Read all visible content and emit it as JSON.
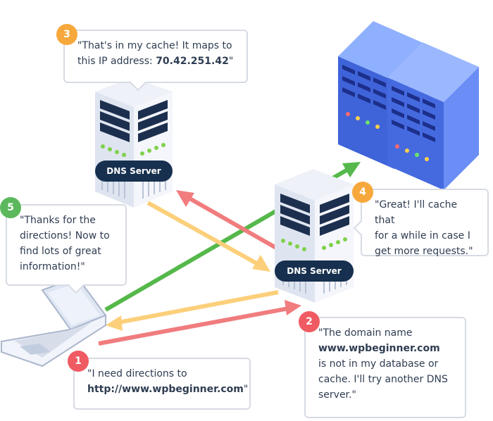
{
  "colors": {
    "red_arrow": "#f07c7e",
    "yellow_arrow": "#fccf7a",
    "green_arrow": "#55b84a",
    "badge_red": "#ef5a63",
    "badge_orange": "#f7a83c",
    "badge_green": "#5cb85c",
    "dns_label_bg": "#17304f",
    "server_blue": "#4a73e8"
  },
  "servers": [
    {
      "label": "DNS Server"
    },
    {
      "label": "DNS Server"
    }
  ],
  "steps": [
    {
      "number": "1",
      "color": "badge_red",
      "lines": [
        "\"I need directions to",
        ""
      ],
      "bold": "http://www.wpbeginner.com",
      "after": "\""
    },
    {
      "number": "2",
      "color": "badge_red",
      "line1": "\"The domain name",
      "bold": "www.wpbeginner.com",
      "rest": [
        "is not in my database or",
        "cache. I'll try another DNS",
        "server.\""
      ]
    },
    {
      "number": "3",
      "color": "badge_orange",
      "line1": "\"That's in my cache! It maps to",
      "line2_prefix": "this IP address: ",
      "bold": "70.42.251.42",
      "line2_suffix": "\""
    },
    {
      "number": "4",
      "color": "badge_orange",
      "lines": [
        "\"Great! I'll cache that",
        "for a while in case I",
        "get more requests.\""
      ]
    },
    {
      "number": "5",
      "color": "badge_green",
      "lines": [
        "\"Thanks for the",
        "directions! Now to",
        "find lots of great",
        "information!\""
      ]
    }
  ]
}
